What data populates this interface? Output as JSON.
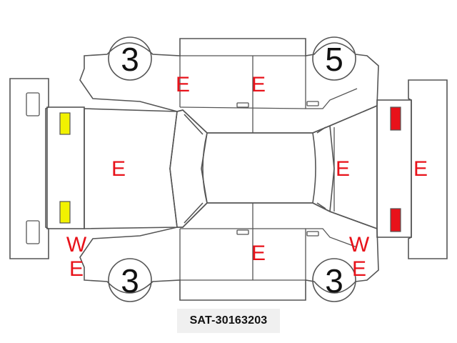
{
  "damage_marks": {
    "roof": "E",
    "hood": "E",
    "rear_top": "E",
    "rear_bumper": "E",
    "rear_left_door": "E",
    "front_left_door": "E",
    "front_left_w": "W",
    "front_left_e": "E",
    "rear_left_w": "W",
    "rear_left_e": "E",
    "front_right_door": "E"
  },
  "wheel_badges": {
    "front_left": "3",
    "rear_left": "5",
    "front_right": "3",
    "rear_right": "3"
  },
  "light_colors": {
    "headlight": "#f2f200",
    "taillight": "#e8121a"
  },
  "stock_code": "SAT-30163203"
}
